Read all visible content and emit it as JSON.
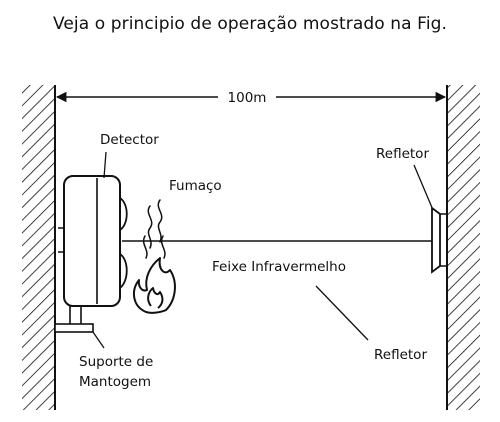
{
  "caption": "Veja o principio de operação mostrado na Fig.",
  "diagram": {
    "distance_label": "100m",
    "detector_label": "Detector",
    "smoke_label": "Fumaço",
    "beam_label": "Feixe Infravermelho",
    "reflector_top_label": "Refletor",
    "reflector_bottom_label": "Refletor",
    "mount_label_line1": "Suporte de",
    "mount_label_line2": "Mantogem"
  }
}
